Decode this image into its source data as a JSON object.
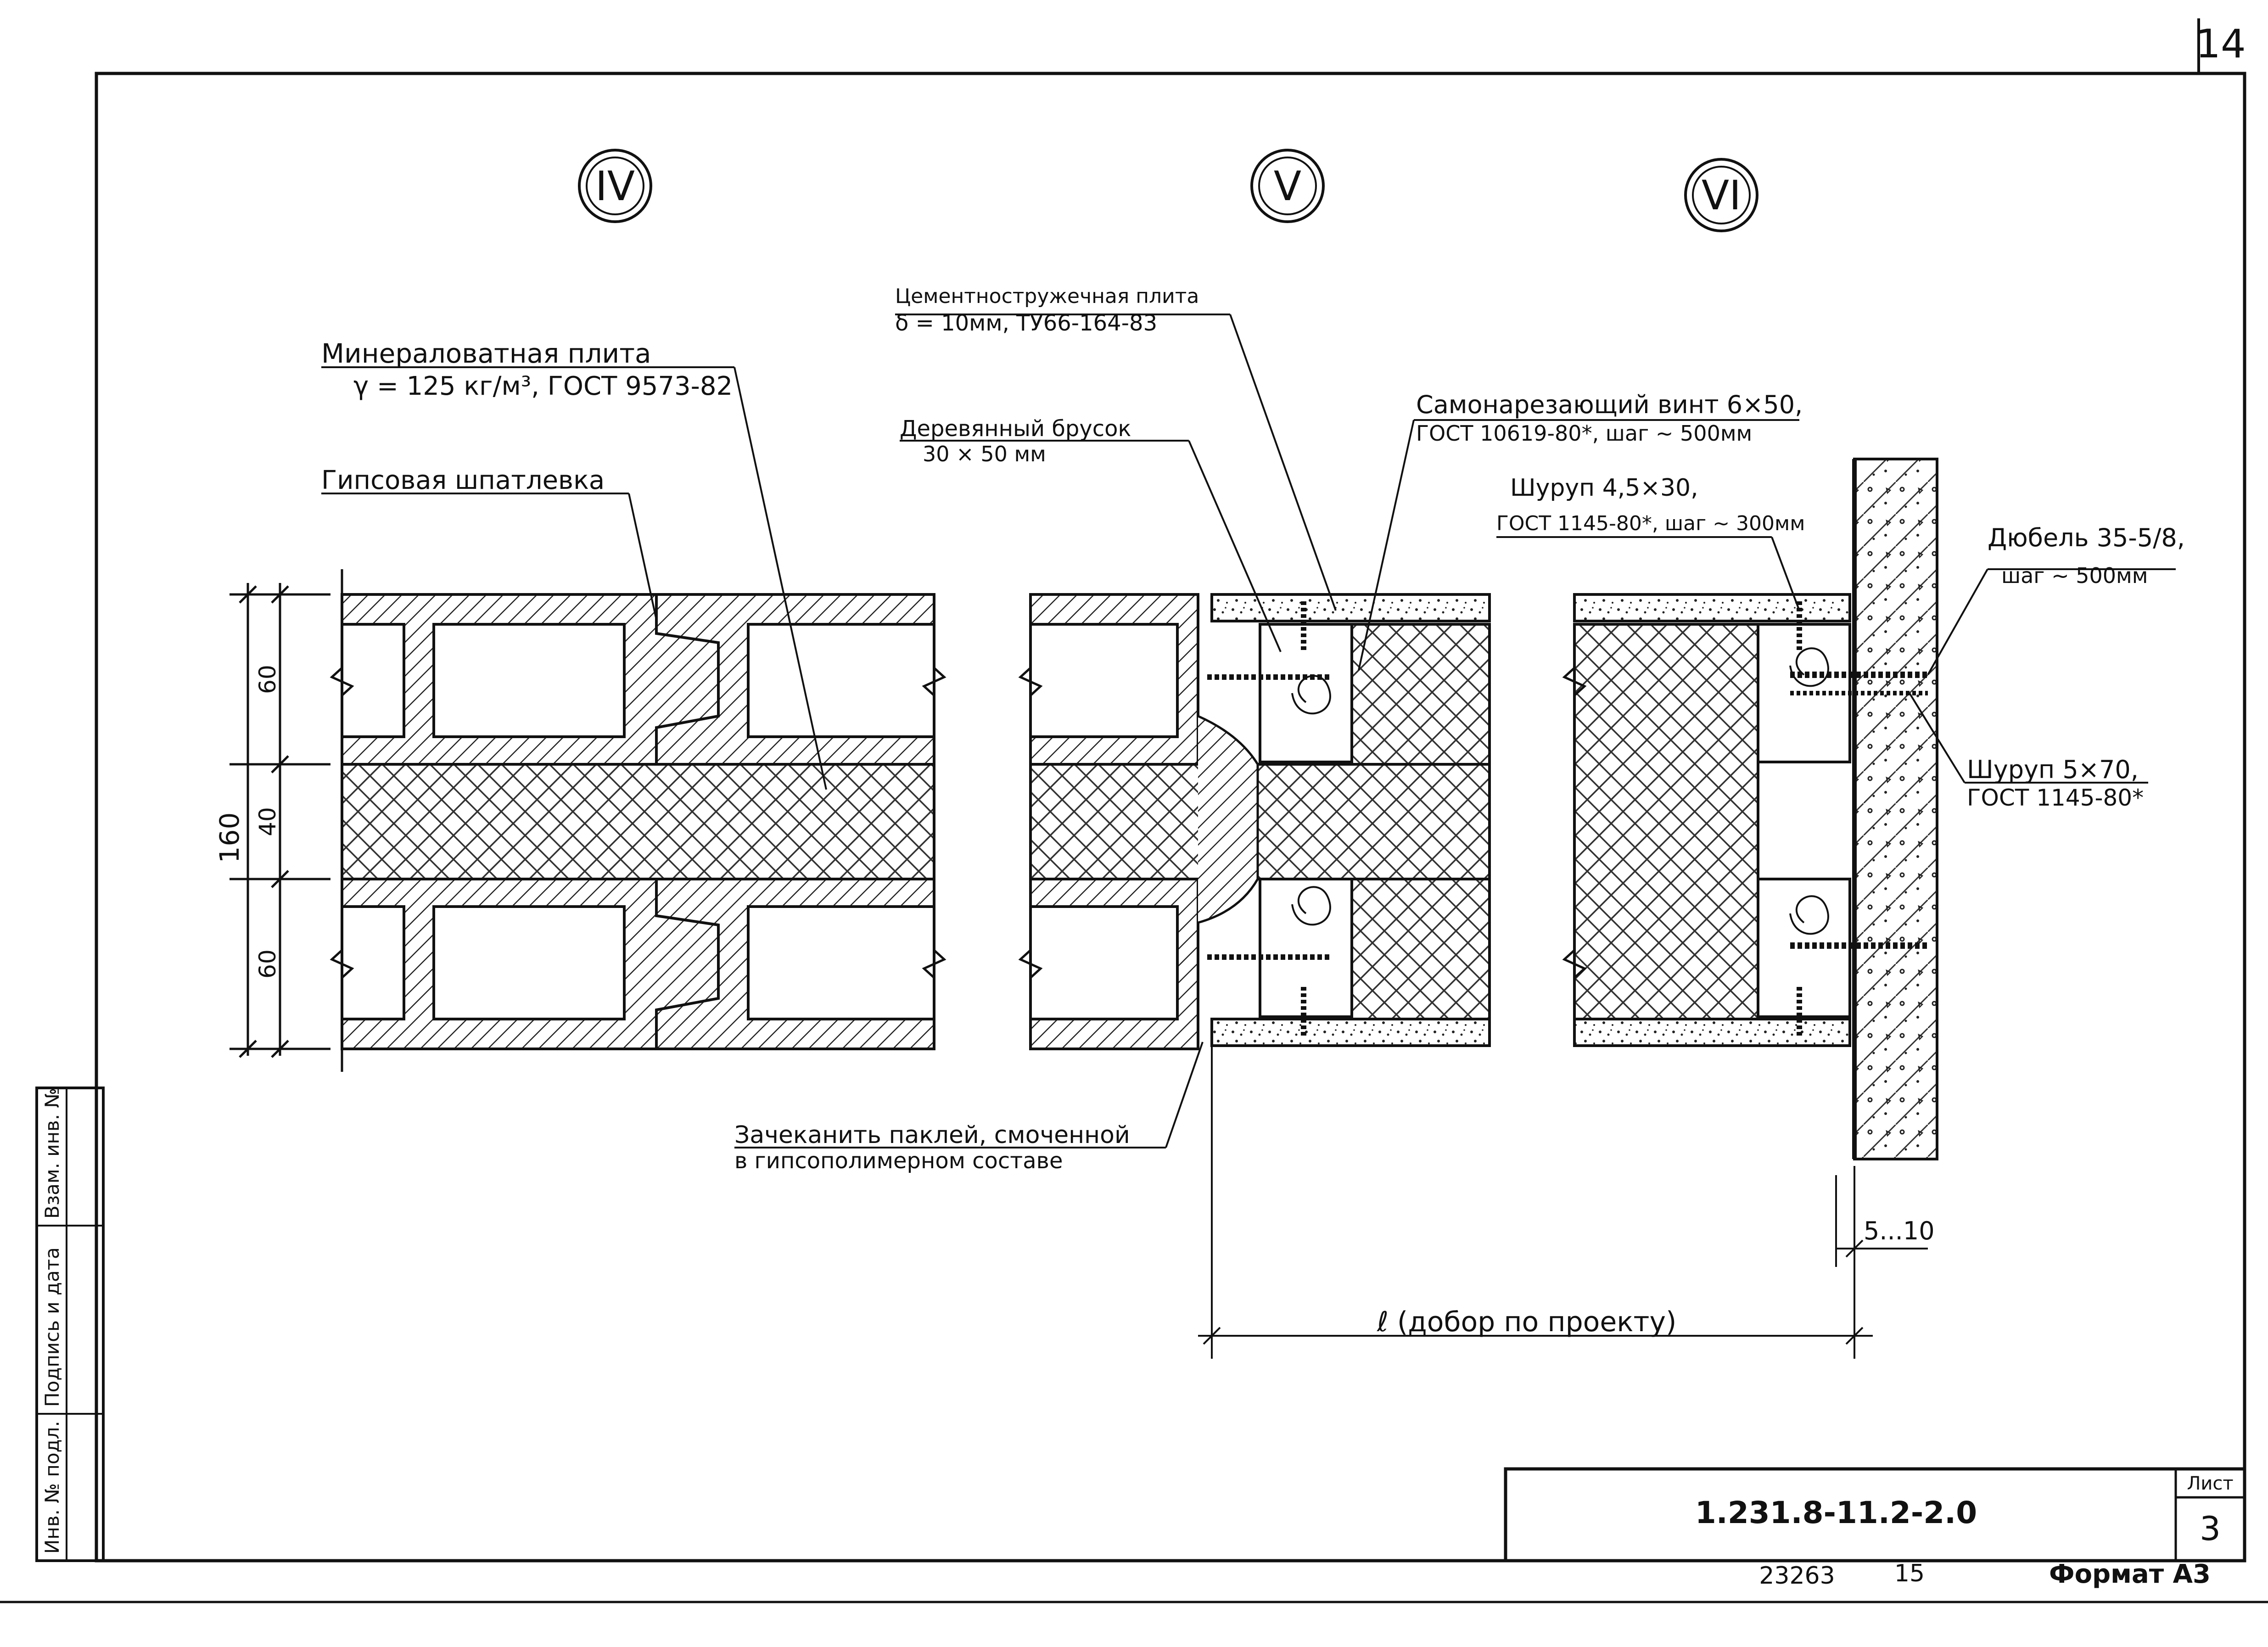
{
  "sheet": {
    "page_number": "14",
    "sheet_label": "Лист",
    "sheet_no": "3",
    "document_code": "1.231.8-11.2-2.0",
    "inventory_no": "23263",
    "copy_no": "15",
    "format": "Формат А3"
  },
  "side_stamp": {
    "inv_orig": "Инв. № подл.",
    "sign_date": "Подпись и дата",
    "replace_inv": "Взам. инв. №"
  },
  "sections": {
    "s4": "IV",
    "s5": "V",
    "s6": "VI"
  },
  "callouts": {
    "mineral_wool_1": "Минераловатная плита",
    "mineral_wool_2": "γ = 125 кг/м³, ГОСТ 9573-82",
    "gypsum_putty": "Гипсовая шпатлевка",
    "cement_board_1": "Цементностружечная плита",
    "cement_board_2": "δ = 10мм, ТУ66-164-83",
    "wood_bar_1": "Деревянный брусок",
    "wood_bar_2": "30 × 50 мм",
    "self_tap_1": "Самонарезающий винт 6×50,",
    "self_tap_2": "ГОСТ 10619-80*, шаг ~ 500мм",
    "screw_45_1": "Шуруп 4,5×30,",
    "screw_45_2": "ГОСТ 1145-80*, шаг ~ 300мм",
    "dowel_1": "Дюбель 35-5/8,",
    "dowel_2": "шаг ~ 500мм",
    "screw_5_1": "Шуруп 5×70,",
    "screw_5_2": "ГОСТ 1145-80*",
    "caulk_1": "Зачеканить паклей, смоченной",
    "caulk_2": "в гипсополимерном составе"
  },
  "dimensions": {
    "total": "160",
    "top": "60",
    "middle": "40",
    "bottom": "60",
    "gap": "5...10",
    "length": "ℓ (добор по проекту)"
  }
}
